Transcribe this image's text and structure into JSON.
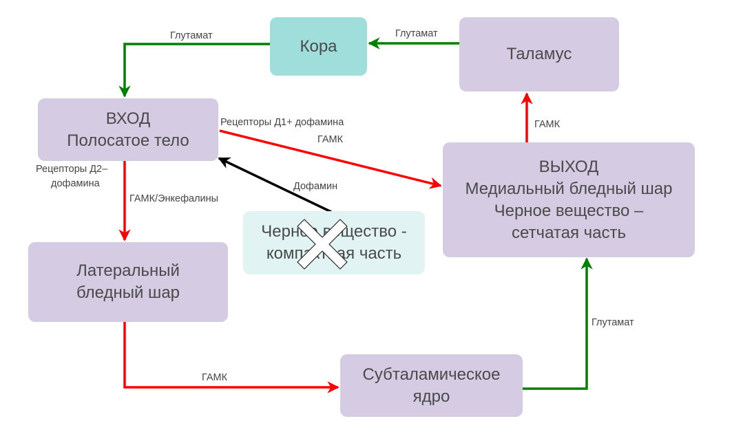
{
  "nodes": {
    "cortex": {
      "lines": [
        "Кора"
      ]
    },
    "thalamus": {
      "lines": [
        "Таламус"
      ]
    },
    "input": {
      "lines": [
        "ВХОД",
        "Полосатое тело"
      ]
    },
    "output": {
      "lines": [
        "ВЫХОД",
        "Медиальный бледный шар",
        "Черное вещество –",
        "сетчатая часть"
      ]
    },
    "lateral_gp": {
      "lines": [
        "Латеральный",
        "бледный шар"
      ]
    },
    "snc": {
      "lines": [
        "Черное вещество -",
        "компактная часть"
      ],
      "crossed_out": true
    },
    "stn": {
      "lines": [
        "Субталамическое",
        "ядро"
      ]
    }
  },
  "edges": {
    "cortex_to_input": {
      "label": "Глутамат",
      "type": "excitatory"
    },
    "thalamus_to_cortex": {
      "label": "Глутамат",
      "type": "excitatory"
    },
    "output_to_thalamus": {
      "label": "ГАМК",
      "type": "inhibitory"
    },
    "input_to_output": {
      "label_top": "Рецепторы Д1+ дофамина",
      "label": "ГАМК",
      "type": "inhibitory"
    },
    "snc_to_input": {
      "label": "Дофамин",
      "type": "modulatory"
    },
    "input_to_lateral": {
      "receptor_label": [
        "Рецепторы Д2–",
        "дофамина"
      ],
      "label": "ГАМК/Энкефалины",
      "type": "inhibitory"
    },
    "lateral_to_stn": {
      "label": "ГАМК",
      "type": "inhibitory"
    },
    "stn_to_output": {
      "label": "Глутамат",
      "type": "excitatory"
    }
  },
  "colors": {
    "excitatory": "#008000",
    "inhibitory": "#ff0000",
    "modulatory": "#000000",
    "node_main": "#d5cbe3",
    "node_cortex": "#a0dedb",
    "node_snc": "#e2f3f3"
  }
}
